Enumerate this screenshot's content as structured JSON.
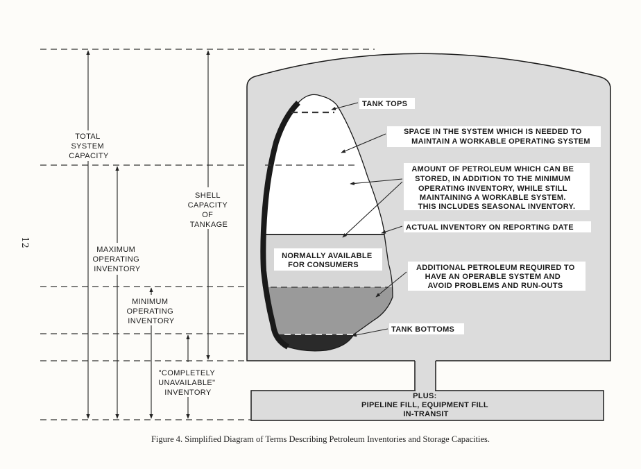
{
  "page_number": "12",
  "caption": "Figure 4. Simplified Diagram of Terms Describing Petroleum Inventories and Storage Capacities.",
  "left_labels": {
    "total_system_capacity": [
      "TOTAL",
      "SYSTEM",
      "CAPACITY"
    ],
    "maximum_operating_inventory": [
      "MAXIMUM",
      "OPERATING",
      "INVENTORY"
    ],
    "minimum_operating_inventory": [
      "MINIMUM",
      "OPERATING",
      "INVENTORY"
    ],
    "completely_unavailable_inventory": [
      "\"COMPLETELY",
      "UNAVAILABLE\"",
      "INVENTORY"
    ],
    "shell_capacity_of_tankage": [
      "SHELL",
      "CAPACITY",
      "OF",
      "TANKAGE"
    ]
  },
  "tank_labels": {
    "tank_tops": "TANK TOPS",
    "space_needed": [
      "SPACE IN THE SYSTEM WHICH IS NEEDED TO",
      "MAINTAIN A WORKABLE OPERATING SYSTEM"
    ],
    "amount_of_petroleum": [
      "AMOUNT OF PETROLEUM WHICH CAN BE",
      "STORED, IN ADDITION TO THE MINIMUM",
      "OPERATING INVENTORY, WHILE STILL",
      "MAINTAINING A WORKABLE SYSTEM.",
      "THIS INCLUDES SEASONAL INVENTORY."
    ],
    "actual_inventory": "ACTUAL INVENTORY ON REPORTING DATE",
    "normally_available": [
      "NORMALLY AVAILABLE",
      "FOR CONSUMERS"
    ],
    "additional_petroleum": [
      "ADDITIONAL PETROLEUM REQUIRED TO",
      "HAVE AN OPERABLE SYSTEM AND",
      "AVOID PROBLEMS AND RUN-OUTS"
    ],
    "tank_bottoms": "TANK BOTTOMS"
  },
  "pipeline_box": [
    "PLUS:",
    "PIPELINE FILL, EQUIPMENT FILL",
    "IN-TRANSIT"
  ],
  "colors": {
    "tank_fill": "#dcdcdc",
    "available_band": "#d6d6d6",
    "required_band": "#9a9a9a",
    "bottom_band": "#2a2a2a"
  }
}
